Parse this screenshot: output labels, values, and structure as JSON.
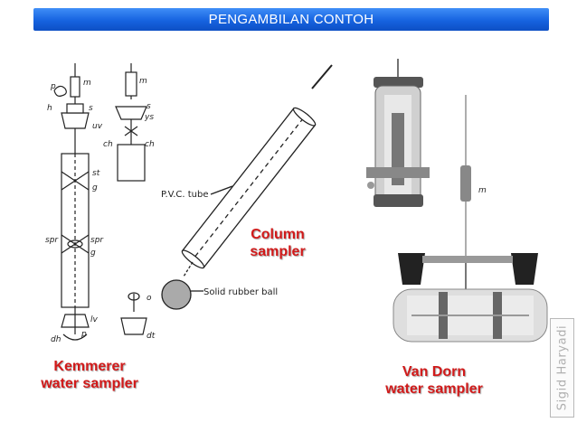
{
  "slide": {
    "title": "PENGAMBILAN CONTOH",
    "watermark": "Sigid Haryadi",
    "colors": {
      "title_bar": "#1663e0",
      "label_text": "#d11a1a"
    }
  },
  "kemmerer": {
    "caption_line1": "Kemmerer",
    "caption_line2": "water sampler",
    "annotations": {
      "p": "p",
      "h": "h",
      "m": "m",
      "m2": "m",
      "s": "s",
      "s2": "s",
      "ys": "ys",
      "uv": "uv",
      "ch": "ch",
      "ch2": "ch",
      "st": "st",
      "g": "g",
      "g2": "g",
      "spr": "spr",
      "spr2": "spr",
      "lv": "lv",
      "dh": "dh",
      "p2": "p",
      "o": "o",
      "dt": "dt"
    }
  },
  "column": {
    "caption_line1": "Column",
    "caption_line2": "sampler",
    "tube_label": "P.V.C. tube",
    "ball_label": "Solid rubber ball"
  },
  "van_dorn": {
    "caption_line1": "Van Dorn",
    "caption_line2": "water sampler",
    "annotation_m": "m"
  }
}
